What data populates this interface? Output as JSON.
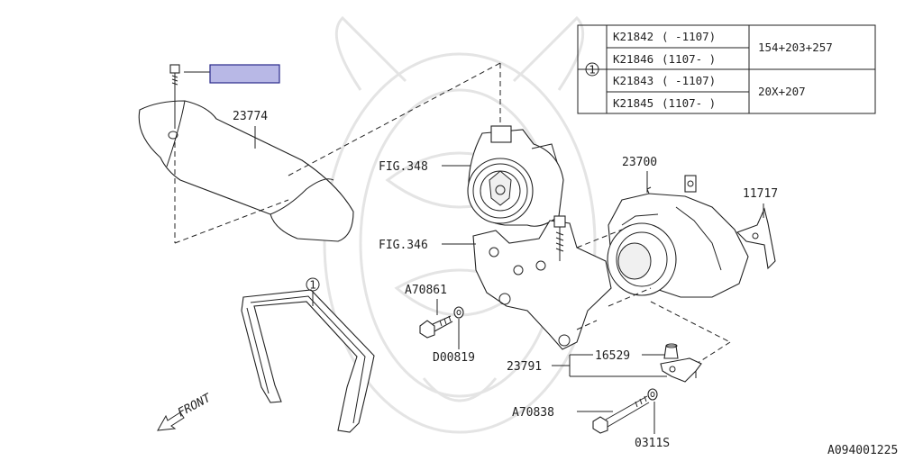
{
  "labels": {
    "p23774": "23774",
    "fig348": "FIG.348",
    "p23700": "23700",
    "p11717": "11717",
    "fig346": "FIG.346",
    "a70861": "A70861",
    "d00819": "D00819",
    "p23791": "23791",
    "p16529": "16529",
    "a70838": "A70838",
    "p0311s": "0311S",
    "callout": "1",
    "front": "FRONT",
    "diagram_id": "A094001225"
  },
  "table": {
    "ref": "1",
    "rows": [
      {
        "part": "K21842",
        "range": "( -1107)"
      },
      {
        "part": "K21846",
        "range": "(1107- )"
      },
      {
        "part": "K21843",
        "range": "( -1107)"
      },
      {
        "part": "K21845",
        "range": "(1107- )"
      }
    ],
    "size_a": "154+203+257",
    "size_b": "20X+207"
  },
  "colors": {
    "highlight": "#b8b8e6",
    "highlight_border": "#2a2a8a",
    "line": "#222222",
    "watermark": "#e4e4e4"
  }
}
